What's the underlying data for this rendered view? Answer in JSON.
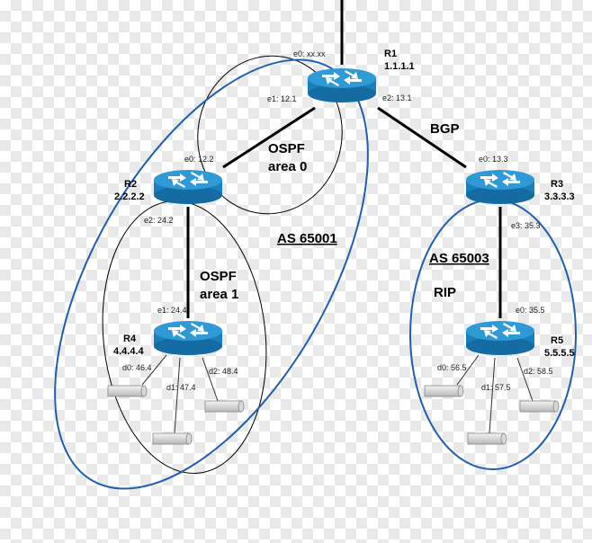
{
  "routers": {
    "r1": {
      "name": "R1",
      "id": "1.1.1.1"
    },
    "r2": {
      "name": "R2",
      "id": "2.2.2.2"
    },
    "r3": {
      "name": "R3",
      "id": "3.3.3.3"
    },
    "r4": {
      "name": "R4",
      "id": "4.4.4.4"
    },
    "r5": {
      "name": "R5",
      "id": "5.5.5.5"
    }
  },
  "interfaces": {
    "r1_e0": "e0: xx.xx",
    "r1_e1": "e1: 12.1",
    "r1_e2": "e2: 13.1",
    "r2_e0": "e0: 12.2",
    "r2_e2": "e2: 24.2",
    "r3_e0": "e0: 13.3",
    "r3_e3": "e3: 35.3",
    "r4_e1": "e1: 24.4",
    "r4_d0": "d0: 46.4",
    "r4_d1": "d1: 47.4",
    "r4_d2": "d2: 48.4",
    "r5_e0": "e0: 35.5",
    "r5_d0": "d0: 56.5",
    "r5_d1": "d1: 57.5",
    "r5_d2": "d2: 58.5"
  },
  "areas": {
    "ospf_area0": [
      "OSPF",
      "area 0"
    ],
    "ospf_area1": [
      "OSPF",
      "area 1"
    ],
    "as65001": "AS 65001",
    "as65003": "AS 65003",
    "rip": "RIP",
    "bgp": "BGP"
  },
  "colors": {
    "router_body": "#1a7fbd",
    "router_top": "#2f9ad6",
    "as_boundary": "#1f5fae"
  }
}
